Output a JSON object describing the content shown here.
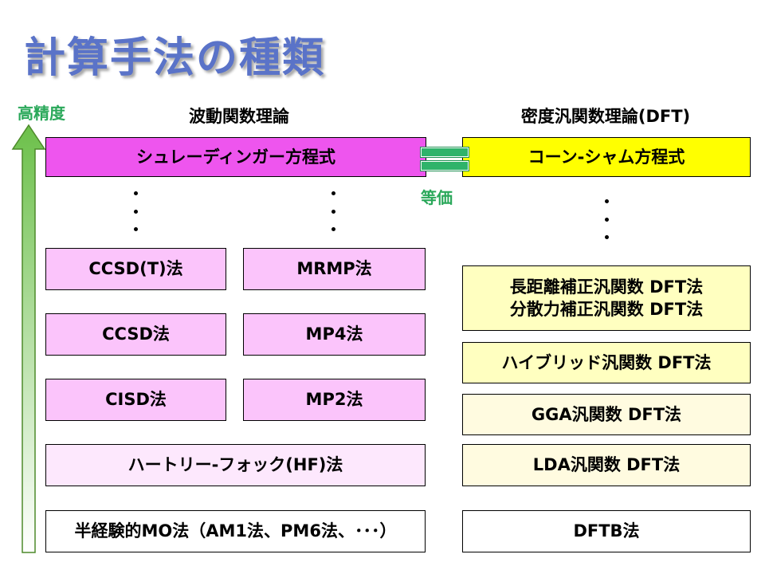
{
  "title": "計算手法の種類",
  "accuracy_label": "高精度",
  "headers": {
    "wavefunction": "波動関数理論",
    "dft": "密度汎関数理論(DFT)"
  },
  "equivalence_label": "等価",
  "wavefunction_side": {
    "top_equation": "シュレーディンガー方程式",
    "left_column": [
      "CCSD(T)法",
      "CCSD法",
      "CISD法"
    ],
    "right_column": [
      "MRMP法",
      "MP4法",
      "MP2法"
    ],
    "hf": "ハートリー-フォック(HF)法",
    "semi_empirical": "半経験的MO法（AM1法、PM6法、･･･）"
  },
  "dft_side": {
    "top_equation": "コーン-シャム方程式",
    "dispersion_line1": "長距離補正汎関数 DFT法",
    "dispersion_line2": "分散力補正汎関数 DFT法",
    "hybrid": "ハイブリッド汎関数 DFT法",
    "gga": "GGA汎関数 DFT法",
    "lda": "LDA汎関数 DFT法",
    "dftb": "DFTB法"
  },
  "colors": {
    "title": "#5a73c8",
    "accent_green": "#2aa85a",
    "magenta_strong": "#ee55ee",
    "magenta_mid": "#fbc4fb",
    "magenta_light": "#fde8fd",
    "yellow_strong": "#ffff00",
    "yellow_mid": "#ffffc0",
    "yellow_light": "#fffbe0"
  }
}
